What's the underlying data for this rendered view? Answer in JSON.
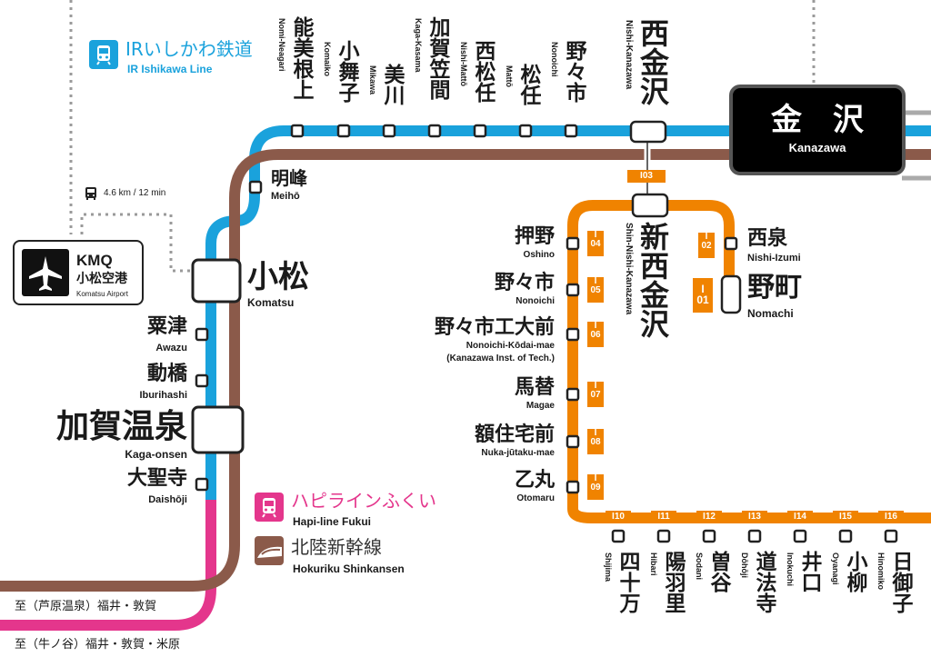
{
  "colors": {
    "ir_ishikawa": "#1aa2dc",
    "hokuriku_shinkansen": "#8b5a4a",
    "hokutetsu_asanogawa": "#f08300",
    "hapi_line": "#e4368c",
    "bus_route": "#9a9a9a"
  },
  "legend": {
    "ir_ja": "IRいしかわ鉄道",
    "ir_en": "IR Ishikawa Line",
    "hapi_ja": "ハピラインふくい",
    "hapi_en": "Hapi-line Fukui",
    "shinkansen_ja": "北陸新幹線",
    "shinkansen_en": "Hokuriku Shinkansen",
    "ir_icon": "train-icon",
    "hapi_icon": "train-icon",
    "shinkansen_icon": "shinkansen-icon"
  },
  "airport": {
    "code": "KMQ",
    "ja": "小松空港",
    "en": "Komatsu Airport",
    "icon": "airplane-icon",
    "bus_info": "4.6 km / 12 min",
    "bus_icon": "bus-icon"
  },
  "hub": {
    "kanazawa_ja": "金　沢",
    "kanazawa_en": "Kanazawa",
    "nishi_kanazawa_ja": "西金沢",
    "nishi_kanazawa_en": "Nishi-Kanazawa",
    "shin_nishi_kanazawa_ja": "新西金沢",
    "shin_nishi_kanazawa_en": "Shin-Nishi-Kanazawa",
    "shin_nishi_kanazawa_code": "I03"
  },
  "ir_top_stations": [
    {
      "ja": "能美根上",
      "en": "Nomi-Neagari"
    },
    {
      "ja": "小舞子",
      "en": "Komaiko"
    },
    {
      "ja": "美川",
      "en": "Mikawa"
    },
    {
      "ja": "加賀笠間",
      "en": "Kaga-Kasama"
    },
    {
      "ja": "西松任",
      "en": "Nishi-Mattō"
    },
    {
      "ja": "松任",
      "en": "Mattō"
    },
    {
      "ja": "野々市",
      "en": "Nonoichi"
    }
  ],
  "west_stations": {
    "meiho_ja": "明峰",
    "meiho_en": "Meihō",
    "komatsu_ja": "小松",
    "komatsu_en": "Komatsu",
    "awazu_ja": "粟津",
    "awazu_en": "Awazu",
    "iburihashi_ja": "動橋",
    "iburihashi_en": "Iburihashi",
    "kaga_onsen_ja": "加賀温泉",
    "kaga_onsen_en": "Kaga-onsen",
    "daishoji_ja": "大聖寺",
    "daishoji_en": "Daishōji"
  },
  "ishikawa_left": [
    {
      "ja": "押野",
      "en": "Oshino",
      "code": "04"
    },
    {
      "ja": "野々市",
      "en": "Nonoichi",
      "code": "05"
    },
    {
      "ja": "野々市工大前",
      "en": "Nonoichi-Kōdai-mae",
      "en2": "(Kanazawa Inst. of Tech.)",
      "code": "06"
    },
    {
      "ja": "馬替",
      "en": "Magae",
      "code": "07"
    },
    {
      "ja": "額住宅前",
      "en": "Nuka-jūtaku-mae",
      "code": "08"
    },
    {
      "ja": "乙丸",
      "en": "Otomaru",
      "code": "09"
    }
  ],
  "ishikawa_right": [
    {
      "ja": "西泉",
      "en": "Nishi-Izumi",
      "code": "02"
    },
    {
      "ja": "野町",
      "en": "Nomachi",
      "code": "01"
    }
  ],
  "code_prefix": "I",
  "ishikawa_bottom": [
    {
      "ja": "四十万",
      "en": "Shijima",
      "code": "I10"
    },
    {
      "ja": "陽羽里",
      "en": "Hibari",
      "code": "I11"
    },
    {
      "ja": "曽谷",
      "en": "Sodani",
      "code": "I12"
    },
    {
      "ja": "道法寺",
      "en": "Dōhōji",
      "code": "I13"
    },
    {
      "ja": "井口",
      "en": "Inokuchi",
      "code": "I14"
    },
    {
      "ja": "小柳",
      "en": "Oyanagi",
      "code": "I15"
    },
    {
      "ja": "日御子",
      "en": "Hinomiko",
      "code": "I16"
    }
  ],
  "destinations": {
    "shinkansen": "至（芦原温泉）福井・敦賀",
    "hapi": "至（牛ノ谷）福井・敦賀・米原"
  }
}
